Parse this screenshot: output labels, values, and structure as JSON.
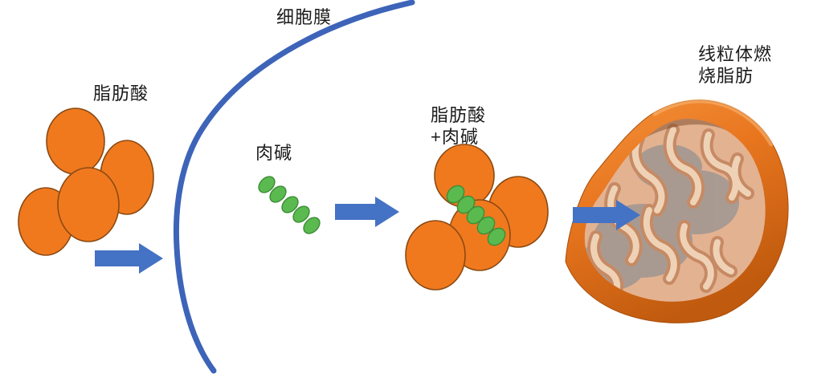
{
  "figure": {
    "description": "fat-burning pathway diagram",
    "labels": {
      "cell_membrane": "细胞膜",
      "fatty_acid": "脂肪酸",
      "carnitine": "肉碱",
      "fatty_acid_plus_carnitine": "脂肪酸\n+肉碱",
      "mitochondria_burns_fat": "线粒体燃\n烧脂肪"
    },
    "colors": {
      "fatty_acid_fill": "#F0791E",
      "fatty_acid_outline": "#8B4A12",
      "carnitine_fill": "#5BBA4F",
      "carnitine_outline": "#3F8F38",
      "arrow_blue": "#4472C4",
      "membrane_blue": "#3D64B8",
      "mitochondria_rim_orange": "#E2711A",
      "cristae_cream": "#E8BC9D",
      "matrix_gray": "#A29792",
      "text_color": "#1b1b1b"
    }
  }
}
